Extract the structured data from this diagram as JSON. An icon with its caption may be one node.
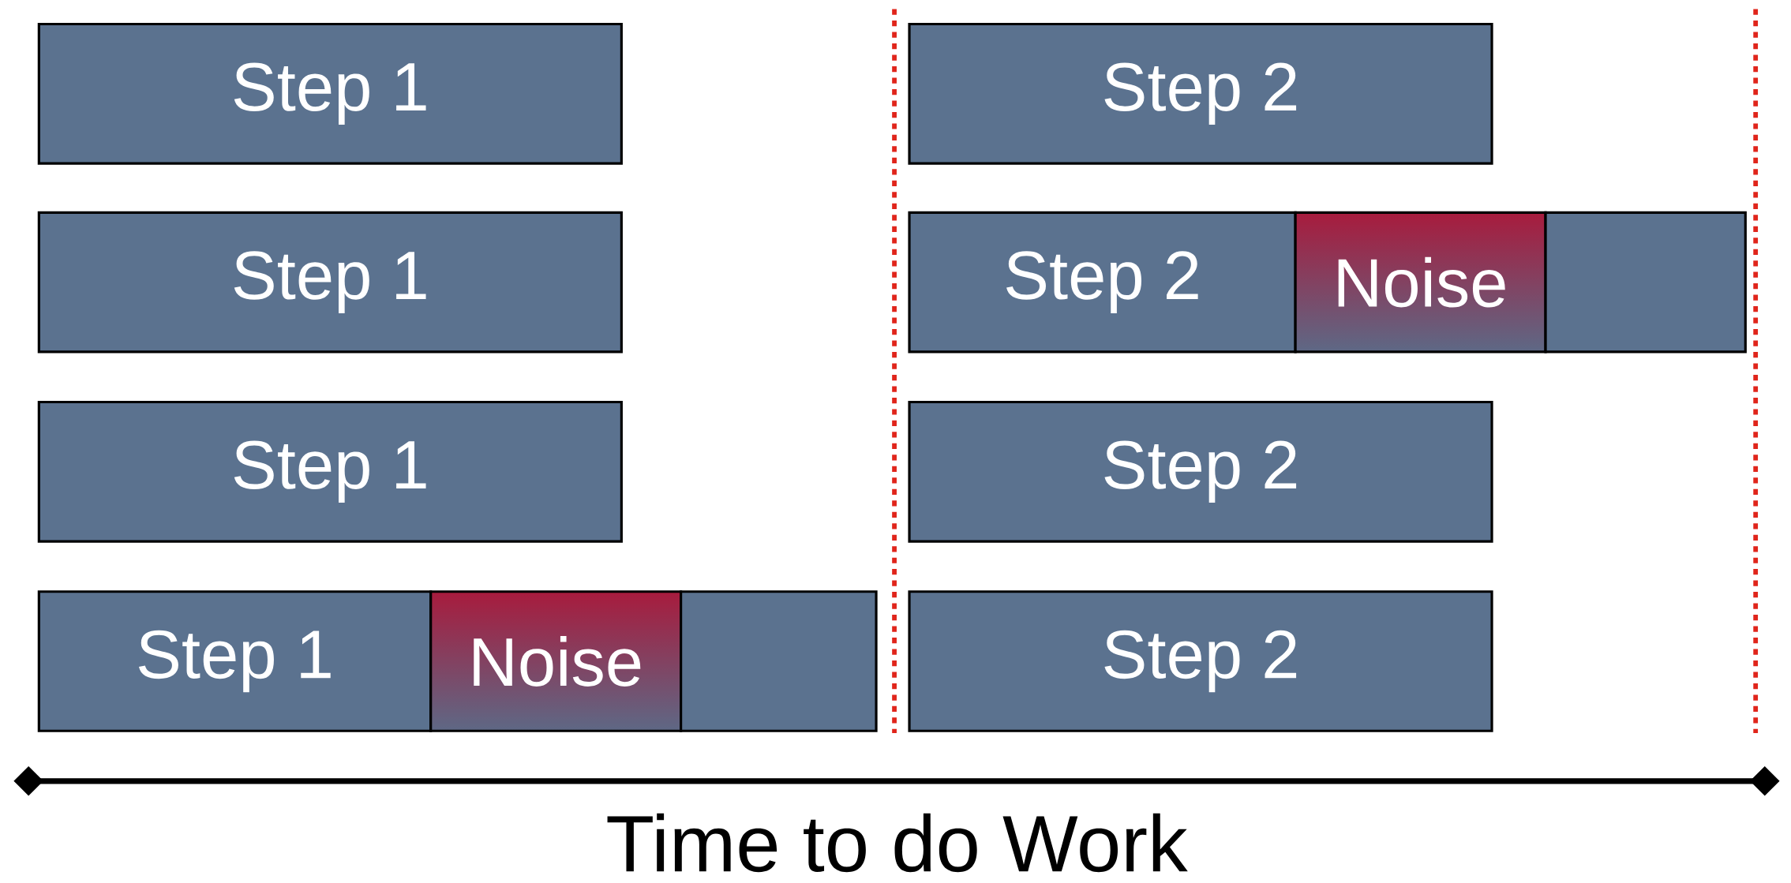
{
  "diagram": {
    "nodes": [
      {
        "text": [
          "Step 1"
        ]
      },
      {
        "text": [
          "Step 2"
        ]
      },
      {
        "text": [
          "Step 1"
        ]
      },
      {
        "text": [
          "Step 2"
        ]
      },
      {
        "text": [
          "Noise"
        ]
      },
      {
        "text": [],
        "shape": "box"
      },
      {
        "text": [
          "Step 1"
        ]
      },
      {
        "text": [
          "Step 2"
        ]
      },
      {
        "text": [
          "Step 1"
        ]
      },
      {
        "text": [
          "Noise"
        ]
      },
      {
        "text": [],
        "shape": "box"
      },
      {
        "text": [
          "Step 2"
        ]
      }
    ],
    "labels": [
      "Time to do Work"
    ]
  }
}
